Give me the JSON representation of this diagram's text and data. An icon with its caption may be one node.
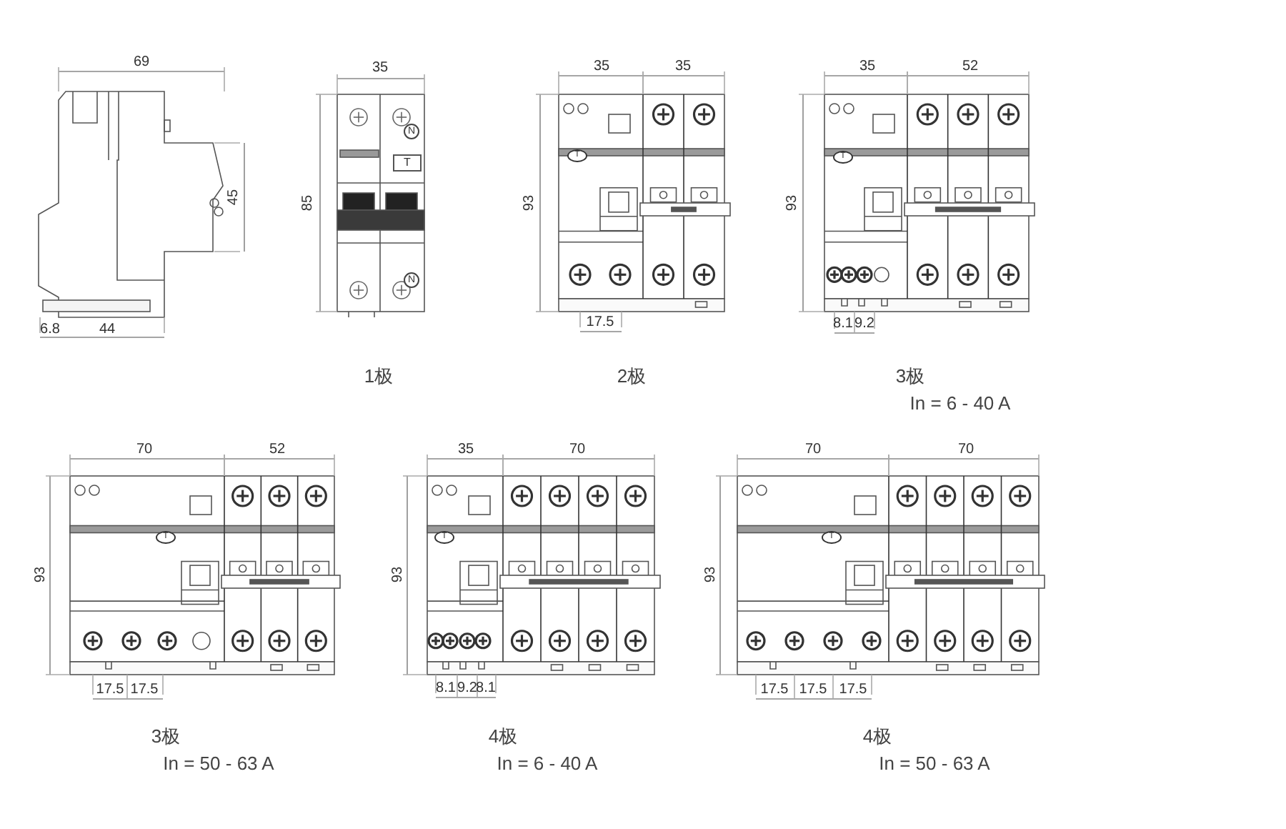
{
  "diagram": {
    "labels": [
      "69",
      "45",
      "6.8",
      "44",
      "35",
      "85",
      "N",
      "T",
      "N",
      "35",
      "35",
      "93",
      "T",
      "17.5",
      "35",
      "52",
      "93",
      "T",
      "8.1",
      "9.2",
      "1极",
      "2极",
      "3极",
      "In = 6 - 40 A",
      "70",
      "52",
      "93",
      "T",
      "17.5",
      "17.5",
      "35",
      "70",
      "93",
      "T",
      "8.1",
      "9.2",
      "8.1",
      "70",
      "70",
      "93",
      "T",
      "17.5",
      "17.5",
      "17.5",
      "3极",
      "In = 50 - 63 A",
      "4极",
      "In = 6 - 40 A",
      "4极",
      "In = 50 - 63 A"
    ]
  }
}
